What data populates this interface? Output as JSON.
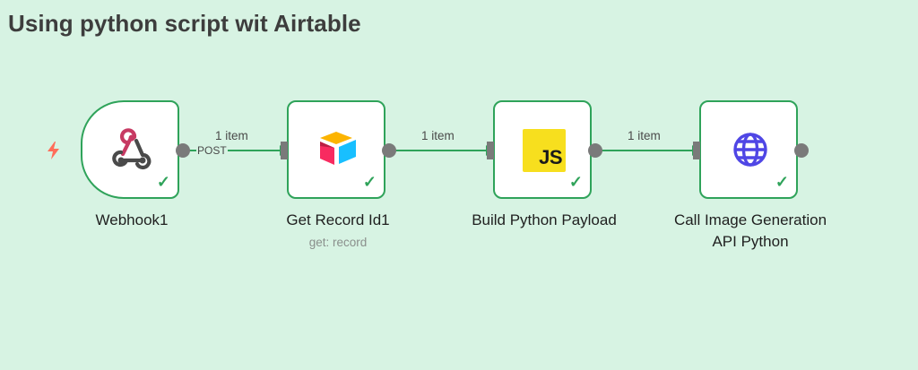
{
  "workflow": {
    "title": "Using python script wit Airtable"
  },
  "nodes": [
    {
      "label": "Webhook1",
      "subtitle": "",
      "icon": "webhook-icon",
      "status": "check"
    },
    {
      "label": "Get Record Id1",
      "subtitle": "get: record",
      "icon": "airtable-icon",
      "status": "check"
    },
    {
      "label": "Build Python Payload",
      "subtitle": "",
      "icon": "js-icon",
      "status": "check"
    },
    {
      "label_line1": "Call Image Generation",
      "label_line2": "API Python",
      "subtitle": "",
      "icon": "globe-icon",
      "status": "check"
    }
  ],
  "edges": [
    {
      "items": "1 item",
      "port": "POST"
    },
    {
      "items": "1 item"
    },
    {
      "items": "1 item"
    }
  ],
  "symbols": {
    "check": "✓",
    "js": "JS"
  },
  "colors": {
    "background": "#d7f3e3",
    "node_border": "#2fa35a",
    "connector": "#7a7a7a",
    "trigger": "#ff6d5a",
    "js_yellow": "#f7df1e",
    "globe": "#4f46e5"
  }
}
